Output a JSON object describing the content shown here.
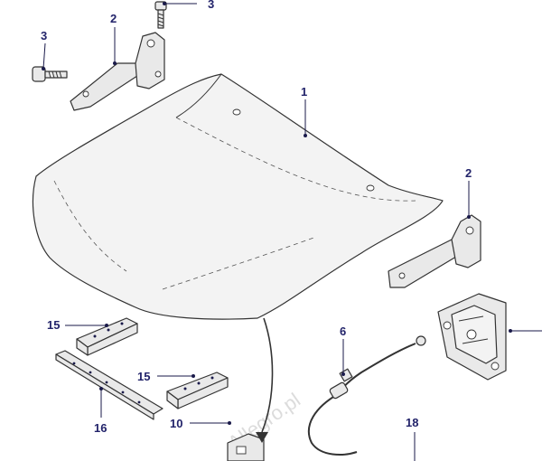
{
  "diagram": {
    "callouts": {
      "c1": "1",
      "c2a": "2",
      "c2b": "2",
      "c3a": "3",
      "c3b": "3",
      "c6": "6",
      "c10": "10",
      "c15a": "15",
      "c15b": "15",
      "c16": "16",
      "c18": "18"
    },
    "watermark": "Allegro.pl"
  }
}
